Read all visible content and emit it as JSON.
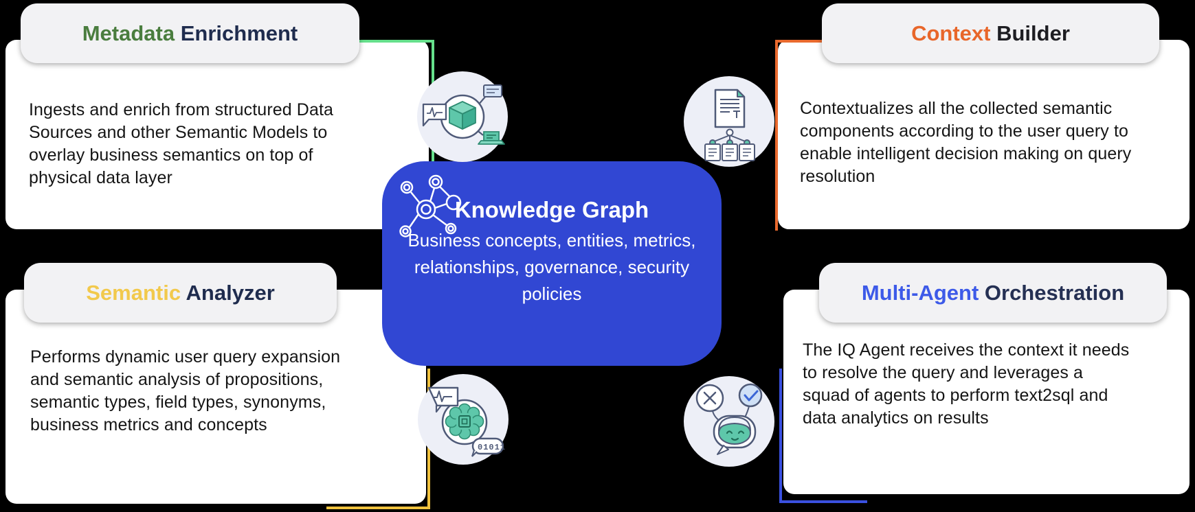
{
  "canvas": {
    "bg": "#000000"
  },
  "center_card": {
    "title": "Knowledge Graph",
    "description": "Business concepts, entities, metrics, relationships, governance, security policies",
    "bg_color": "#3147d3",
    "text_color": "#ffffff",
    "icon": "knowledge-graph-network-icon"
  },
  "quadrants": [
    {
      "id": "metadata-enrichment",
      "position": "top-left",
      "title_accent": "Metadata",
      "title_rest": " Enrichment",
      "accent_color": "#4a7d3e",
      "rest_color": "#1f2c4e",
      "line_color": "#66e08c",
      "body": "Ingests and enrich from structured Data Sources and other Semantic Models to overlay business semantics on top of physical data layer",
      "icon": "data-cube-ingest-icon"
    },
    {
      "id": "context-builder",
      "position": "top-right",
      "title_accent": "Context",
      "title_rest": " Builder",
      "accent_color": "#e8662a",
      "rest_color": "#1d1d22",
      "line_color": "#ea6a2e",
      "body": "Contextualizes all the collected semantic components according to the user query to enable intelligent decision making on query resolution",
      "icon": "document-tree-icon"
    },
    {
      "id": "semantic-analyzer",
      "position": "bottom-left",
      "title_accent": "Semantic",
      "title_rest": " Analyzer",
      "accent_color": "#f2c94c",
      "rest_color": "#1f2c4e",
      "line_color": "#f0c23e",
      "body": "Performs dynamic user query expansion and semantic analysis of propositions, semantic types, field types, synonyms, business metrics and concepts",
      "icon": "ai-brain-chip-icon"
    },
    {
      "id": "multi-agent-orchestration",
      "position": "bottom-right",
      "title_accent": "Multi-Agent",
      "title_rest": " Orchestration",
      "accent_color": "#3d5ae8",
      "rest_color": "#253053",
      "line_color": "#3a50e0",
      "body": "The IQ Agent receives the context  it needs to resolve the query and leverages a squad of agents to perform text2sql and data analytics on results",
      "icon": "robot-agent-icon"
    }
  ]
}
